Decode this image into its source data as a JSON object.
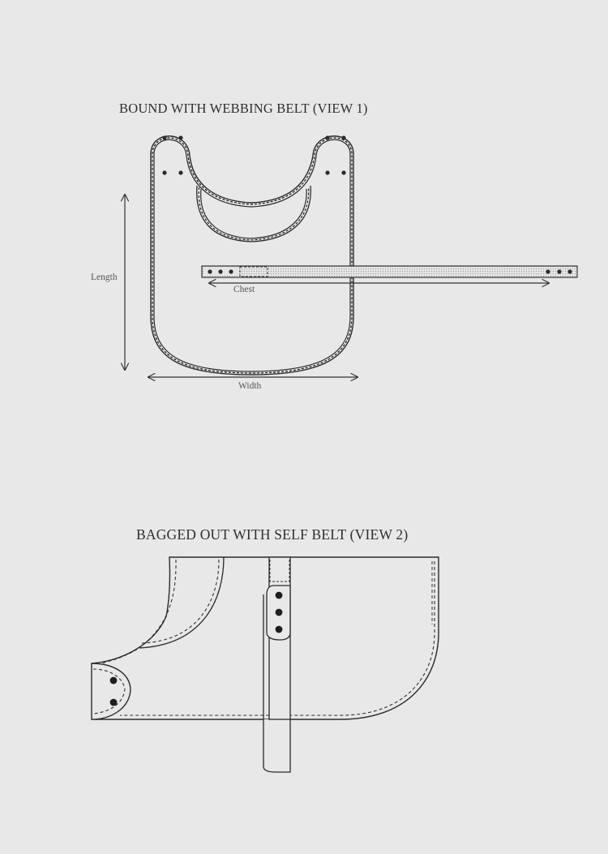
{
  "view1": {
    "title": "BOUND WITH WEBBING BELT (VIEW 1)",
    "labels": {
      "length": "Length",
      "chest": "Chest",
      "width": "Width"
    }
  },
  "view2": {
    "title": "BAGGED OUT WITH SELF BELT (VIEW 2)"
  },
  "colors": {
    "background": "#e8e8e8",
    "line": "#2a2a2a",
    "belt_fill": "#d8d8d8"
  }
}
